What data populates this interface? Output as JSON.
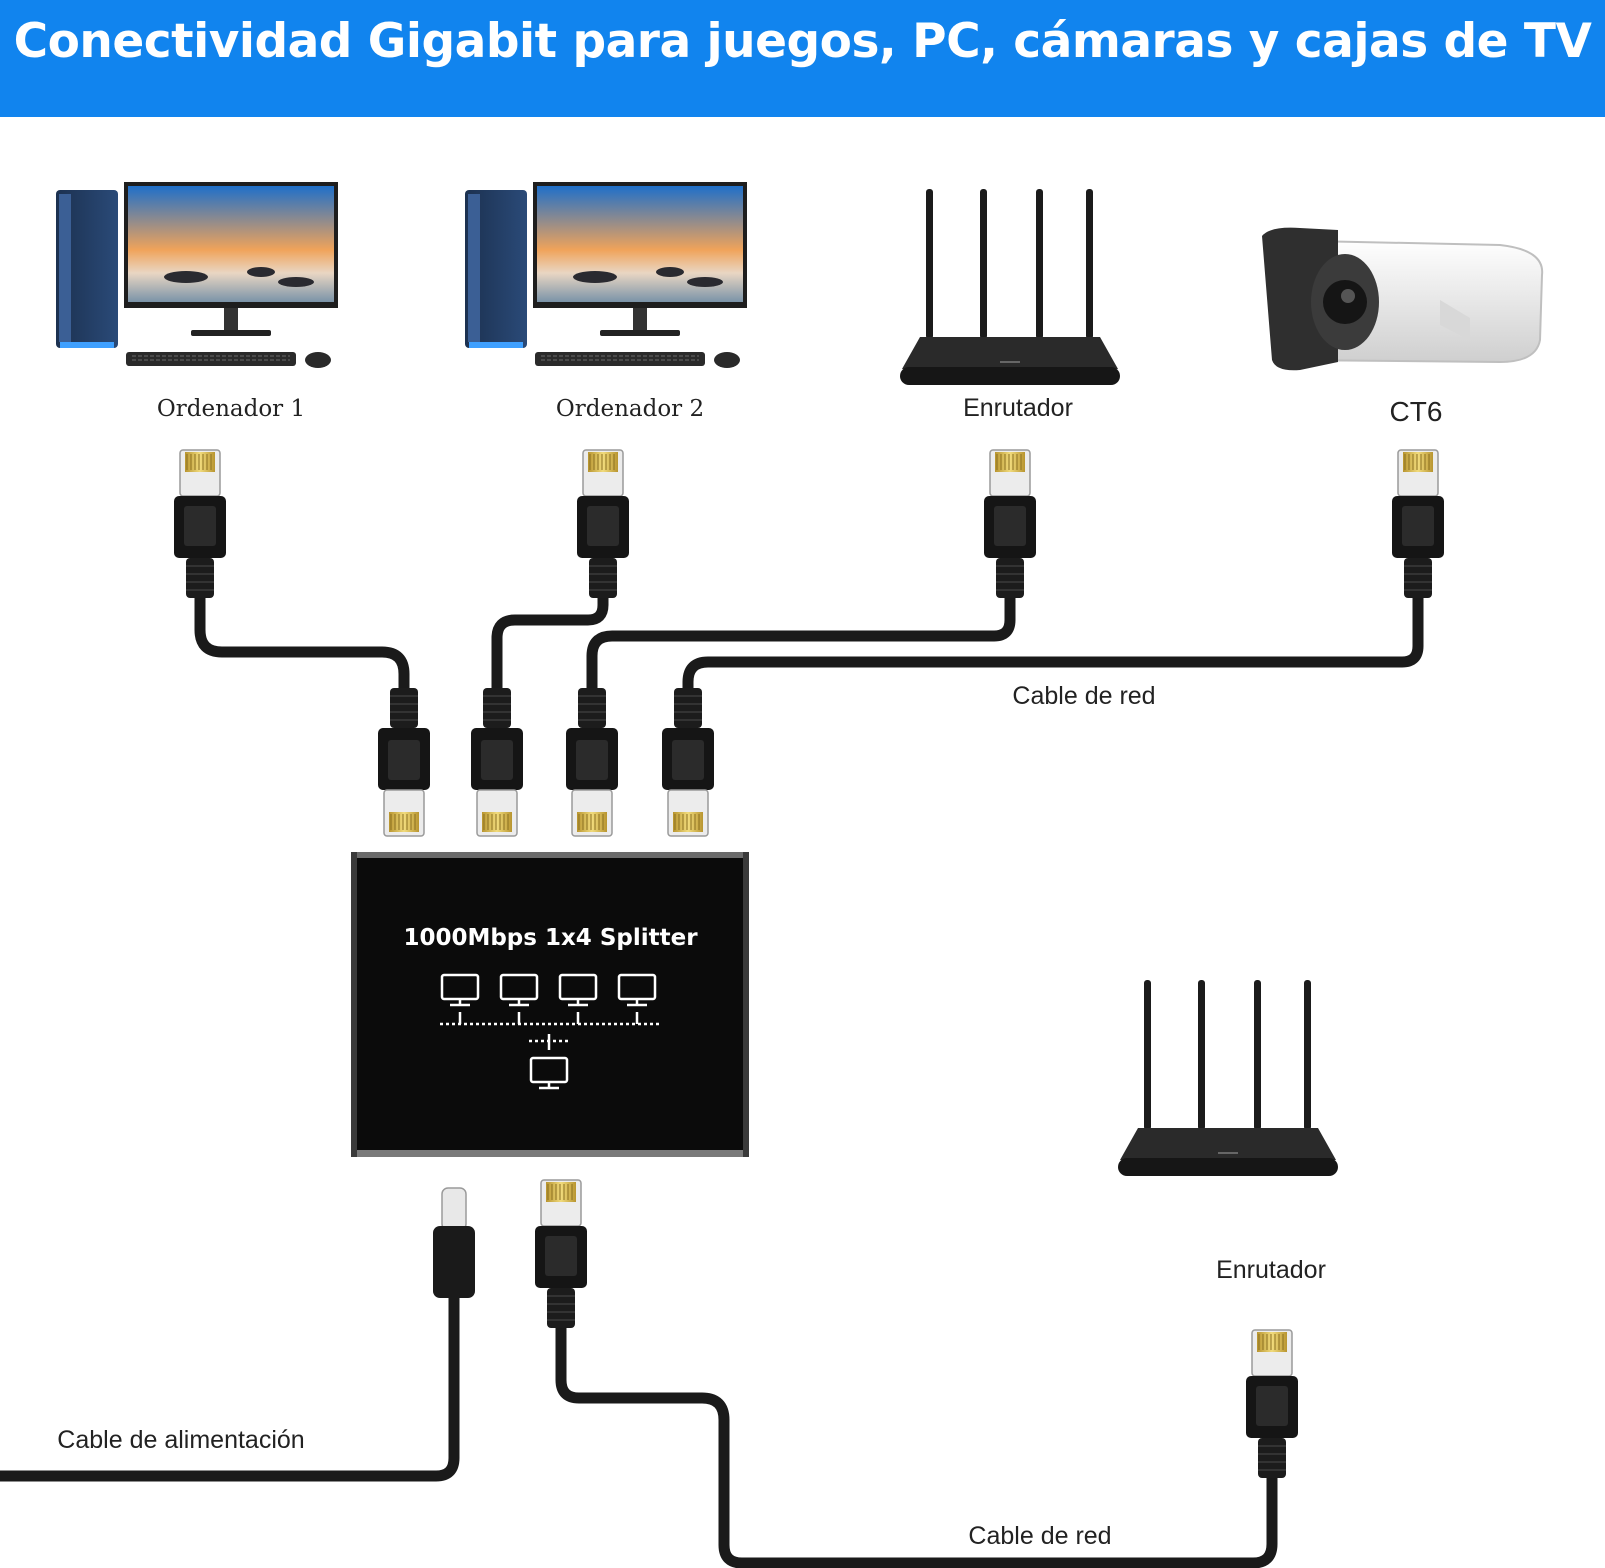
{
  "banner": {
    "title": "Conectividad Gigabit para juegos, PC, cámaras y cajas de TV"
  },
  "devices": {
    "computer_1": "Ordenador 1",
    "computer_2": "Ordenador 2",
    "router_top": "Enrutador",
    "camera": "CT6",
    "router_bottom": "Enrutador"
  },
  "cables": {
    "network_top": "Cable de red",
    "power": "Cable de alimentación",
    "network_bottom": "Cable de red"
  },
  "splitter": {
    "title": "1000Mbps 1x4 Splitter"
  },
  "colors": {
    "banner": "#1184ee",
    "splitter_body": "#0b0b0b",
    "cable": "#1a1a1a",
    "connector_gold": "#d8b84a"
  }
}
